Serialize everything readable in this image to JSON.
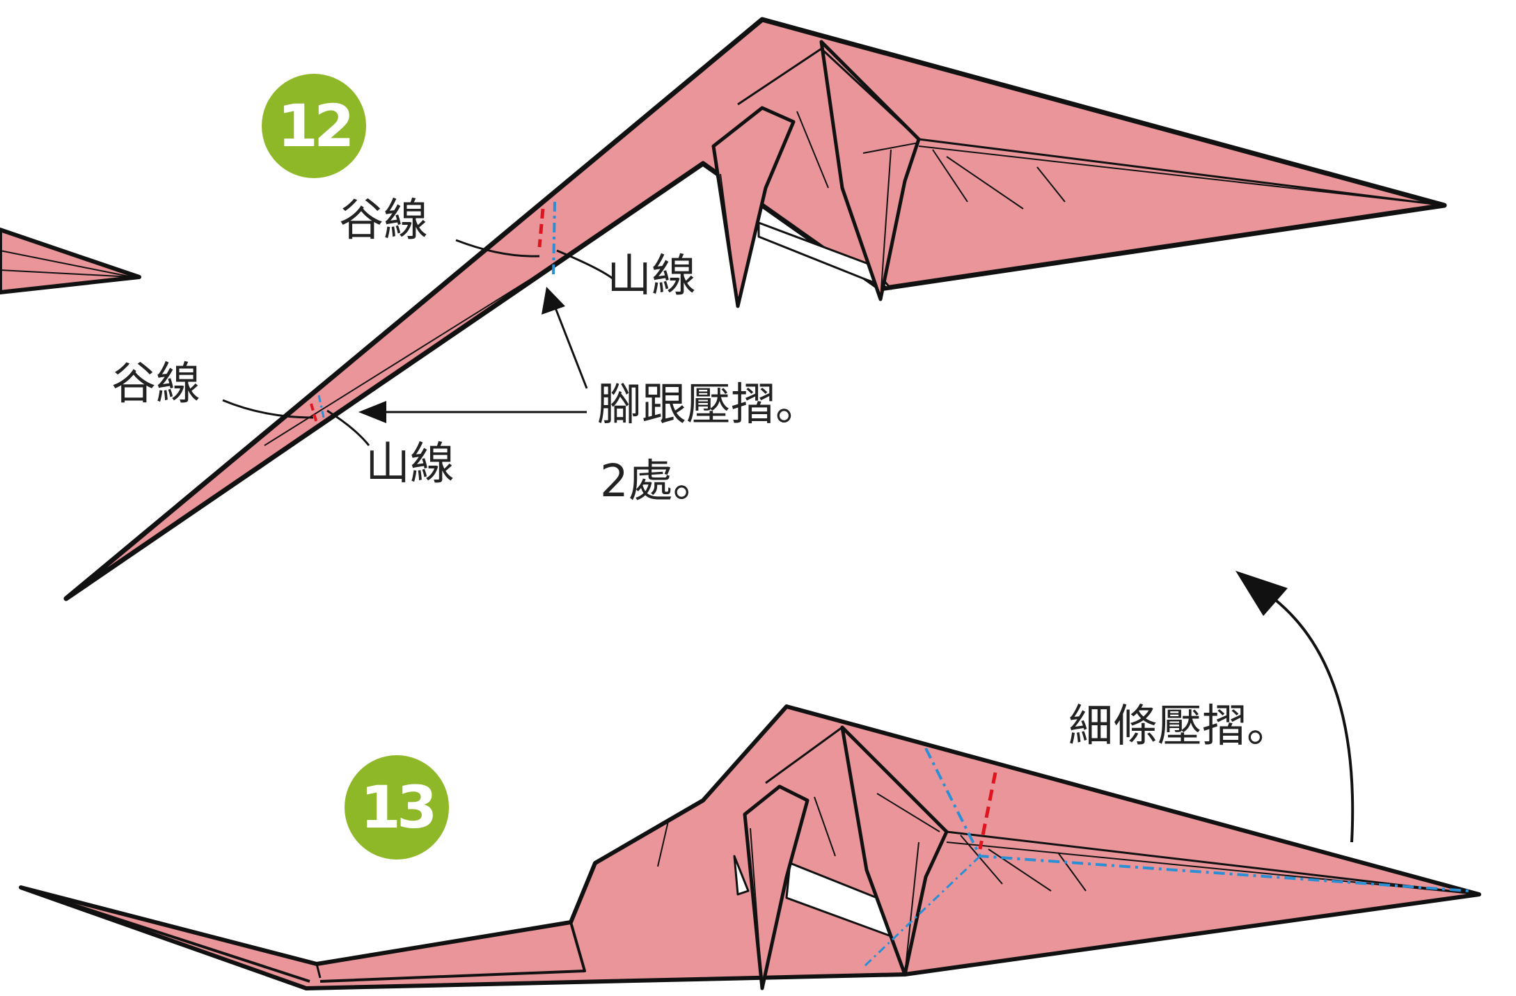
{
  "steps": [
    {
      "number": "12"
    },
    {
      "number": "13"
    }
  ],
  "labels": {
    "valley_fold": "谷線",
    "mountain_fold": "山線",
    "heel_squash": "腳跟壓摺。",
    "two_places": "2處。",
    "thin_squash": "細條壓摺。"
  },
  "colors": {
    "paper": "#e9959a",
    "badge": "#8fb828",
    "outline": "#111111",
    "valley_line": "#e0141e",
    "mountain_line": "#2a8fd4"
  }
}
